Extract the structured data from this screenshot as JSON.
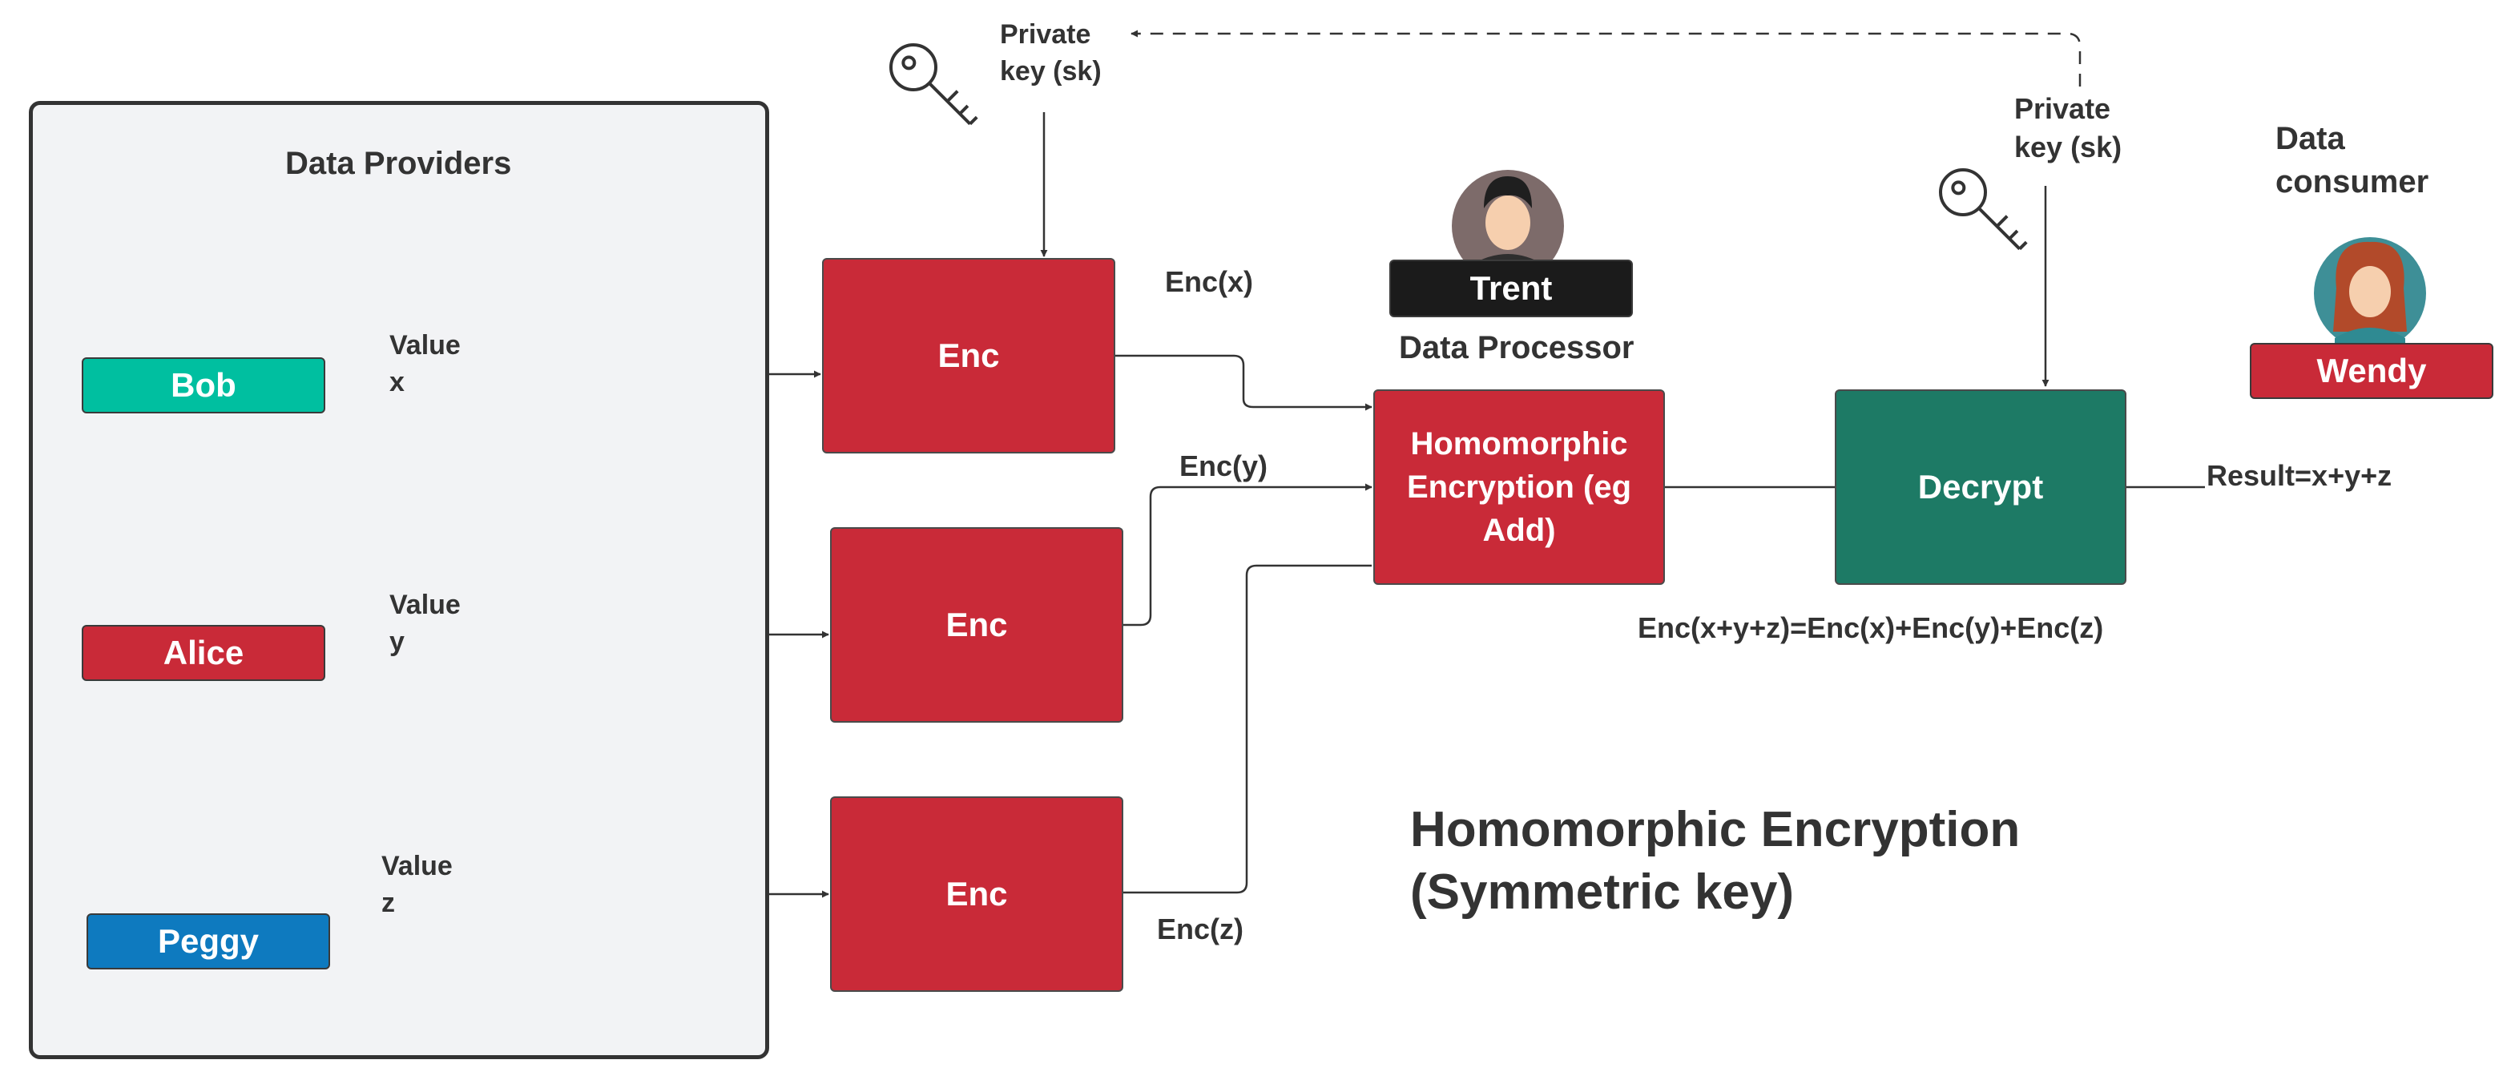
{
  "providers": {
    "title": "Data Providers",
    "people": [
      {
        "name": "Bob",
        "color": "#00bfa0",
        "value_label": "Value",
        "value_var": "x"
      },
      {
        "name": "Alice",
        "color": "#c92a38",
        "value_label": "Value",
        "value_var": "y"
      },
      {
        "name": "Peggy",
        "color": "#0e7abf",
        "value_label": "Value",
        "value_var": "z"
      }
    ]
  },
  "encrypt": {
    "boxes": [
      "Enc",
      "Enc",
      "Enc"
    ],
    "outputs": [
      "Enc(x)",
      "Enc(y)",
      "Enc(z)"
    ],
    "key_label": "Private\nkey (sk)",
    "box_color": "#c92a38"
  },
  "processor": {
    "name": "Trent",
    "role": "Data Processor",
    "operation": "Homomorphic Encryption (eg Add)",
    "formula": "Enc(x+y+z)=Enc(x)+Enc(y)+Enc(z)",
    "badge_color": "#1b1b1b"
  },
  "decrypt": {
    "label": "Decrypt",
    "key_label": "Private\nkey (sk)",
    "box_color": "#1d7a65"
  },
  "consumer": {
    "role": "Data\nconsumer",
    "name": "Wendy",
    "result": "Result=x+y+z",
    "badge_color": "#c92a38"
  },
  "caption": {
    "line1": "Homomorphic Encryption",
    "line2": "(Symmetric key)"
  },
  "icons": [
    "key-icon",
    "key-icon",
    "avatar-bob",
    "avatar-alice",
    "avatar-peggy",
    "avatar-trent",
    "avatar-wendy"
  ]
}
